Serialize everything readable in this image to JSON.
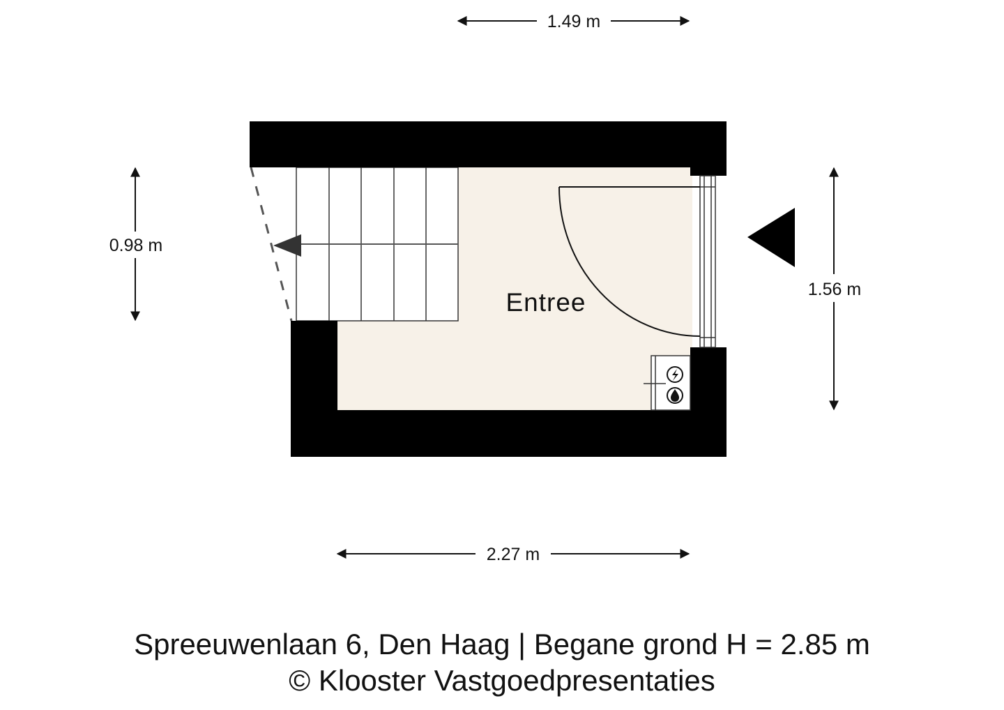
{
  "plan": {
    "room_label": "Entree",
    "colors": {
      "wall": "#000000",
      "floor": "#f7f1e8",
      "line": "#222222"
    },
    "dimensions": {
      "top": "1.49 m",
      "bottom": "2.27 m",
      "left": "0.98 m",
      "right": "1.56 m"
    },
    "icons": [
      "electricity-icon",
      "gas-icon",
      "entrance-arrow-icon",
      "stair-direction-arrow-icon"
    ]
  },
  "caption": {
    "address": "Spreeuwenlaan 6, Den Haag | Begane grond H = 2.85 m",
    "credit": "© Klooster Vastgoedpresentaties"
  }
}
